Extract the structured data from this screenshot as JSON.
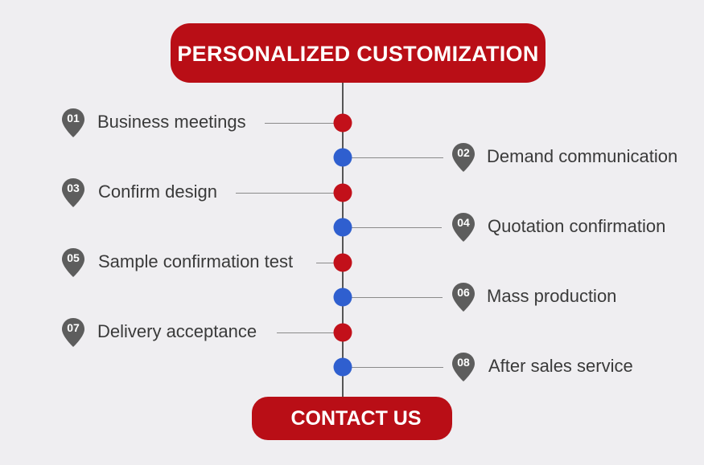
{
  "title": "PERSONALIZED CUSTOMIZATION",
  "contact_label": "CONTACT US",
  "colors": {
    "accent_red": "#b90e16",
    "dot_red": "#c2101a",
    "dot_blue": "#2f5fcf",
    "badge_gray": "#5d5d5d",
    "background": "#efeef1",
    "text": "#3a3a3a"
  },
  "steps": [
    {
      "num": "01",
      "label": "Business meetings",
      "side": "left",
      "dot": "red",
      "icon": "map-pin-icon"
    },
    {
      "num": "02",
      "label": "Demand communication",
      "side": "right",
      "dot": "blue",
      "icon": "map-pin-icon"
    },
    {
      "num": "03",
      "label": "Confirm design",
      "side": "left",
      "dot": "red",
      "icon": "map-pin-icon"
    },
    {
      "num": "04",
      "label": "Quotation confirmation",
      "side": "right",
      "dot": "blue",
      "icon": "map-pin-icon"
    },
    {
      "num": "05",
      "label": "Sample confirmation test",
      "side": "left",
      "dot": "red",
      "icon": "map-pin-icon"
    },
    {
      "num": "06",
      "label": "Mass production",
      "side": "right",
      "dot": "blue",
      "icon": "map-pin-icon"
    },
    {
      "num": "07",
      "label": "Delivery acceptance",
      "side": "left",
      "dot": "red",
      "icon": "map-pin-icon"
    },
    {
      "num": "08",
      "label": "After sales service",
      "side": "right",
      "dot": "blue",
      "icon": "map-pin-icon"
    }
  ]
}
